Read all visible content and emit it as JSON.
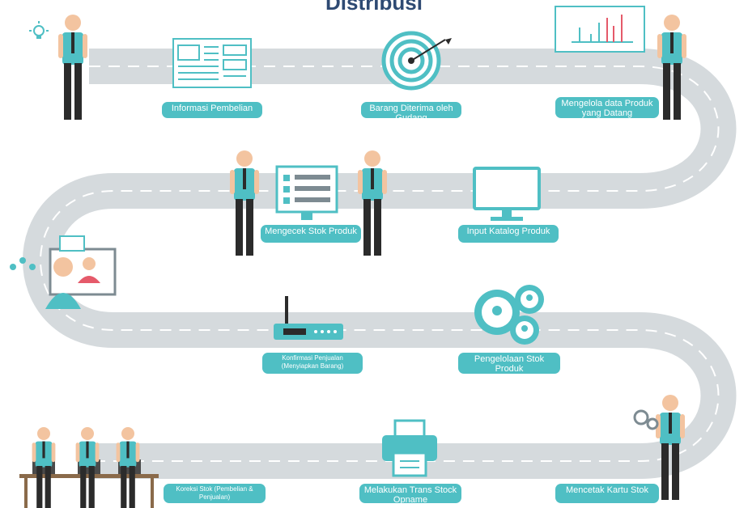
{
  "title": "Distribusi",
  "colors": {
    "road": "#d5dadd",
    "road_dash": "#ffffff",
    "accent": "#4fbfc4",
    "skin": "#f3c4a0",
    "shirt": "#4fbfc4",
    "pants": "#2b2b2b",
    "title": "#2e4a73"
  },
  "steps": [
    {
      "label": "Informasi Pembelian",
      "icon": "document-icon"
    },
    {
      "label": "Barang Diterima oleh Gudang",
      "icon": "target-icon"
    },
    {
      "label": "Mengelola data Produk yang Datang",
      "icon": "chart-board-icon"
    },
    {
      "label": "Input Katalog Produk",
      "icon": "monitor-icon"
    },
    {
      "label": "Mengecek Stok Produk",
      "icon": "screen-icon"
    },
    {
      "label": "Konfirmasi Penjualan (Menyiapkan Barang)",
      "icon": "router-icon"
    },
    {
      "label": "Pengelolaan Stok Produk",
      "icon": "gears-icon"
    },
    {
      "label": "Mencetak Kartu Stok",
      "icon": "gears-small-icon"
    },
    {
      "label": "Melakukan Trans Stock Opname",
      "icon": "printer-icon"
    },
    {
      "label": "Koreksi Stok (Pembelian & Penjualan)",
      "icon": "team-desk-icon"
    }
  ]
}
